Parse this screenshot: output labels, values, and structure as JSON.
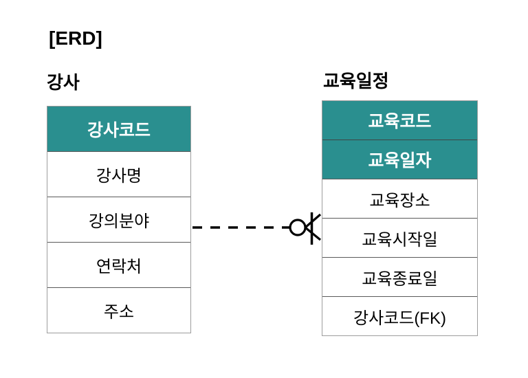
{
  "page": {
    "title": "[ERD]"
  },
  "left_entity": {
    "label": "강사",
    "key_attributes": [
      "강사코드"
    ],
    "attributes": [
      "강사명",
      "강의분야",
      "연락처",
      "주소"
    ]
  },
  "right_entity": {
    "label": "교육일정",
    "key_attributes": [
      "교육코드",
      "교육일자"
    ],
    "attributes": [
      "교육장소",
      "교육시작일",
      "교육종료일",
      "강사코드(FK)"
    ]
  },
  "relationship": {
    "from_entity": "강사",
    "to_entity": "교육일정",
    "line_style": "dashed",
    "to_end_notation": "zero-or-many crow's foot with ring and tick"
  },
  "colors": {
    "header_background": "#2a8f8f",
    "header_text": "#ffffff",
    "attribute_text": "#000000",
    "table_border": "#9c9c9c",
    "row_divider": "#595959",
    "connector": "#000000",
    "background": "#ffffff"
  }
}
